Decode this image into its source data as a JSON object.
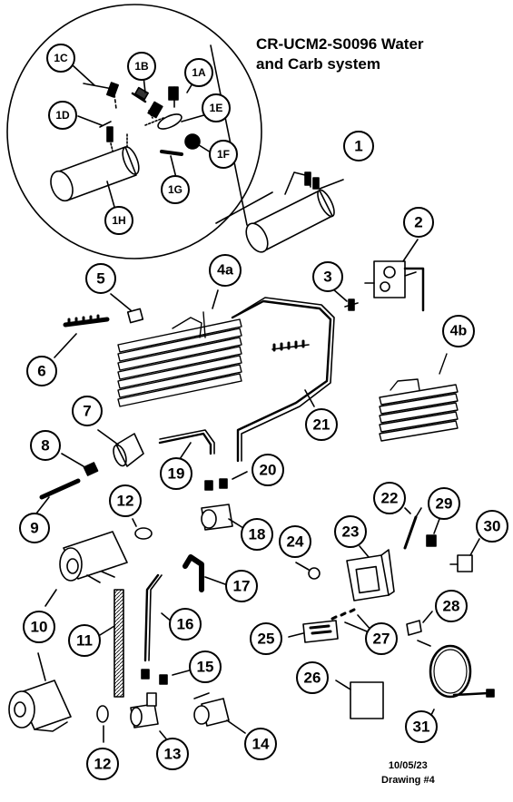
{
  "title": "CR-UCM2-S0096 Water\nand Carb system",
  "footer": {
    "date": "10/05/23",
    "drawing": "Drawing #4"
  },
  "labels": {
    "1C": "1C",
    "1B": "1B",
    "1A": "1A",
    "1D": "1D",
    "1E": "1E",
    "1F": "1F",
    "1G": "1G",
    "1H": "1H",
    "1": "1",
    "2": "2",
    "3": "3",
    "4a": "4a",
    "4b": "4b",
    "5": "5",
    "6": "6",
    "7": "7",
    "8": "8",
    "9": "9",
    "10": "10",
    "11": "11",
    "12a": "12",
    "12b": "12",
    "13": "13",
    "14": "14",
    "15": "15",
    "16": "16",
    "17": "17",
    "18": "18",
    "19": "19",
    "20": "20",
    "21": "21",
    "22": "22",
    "23": "23",
    "24": "24",
    "25": "25",
    "26": "26",
    "27": "27",
    "28": "28",
    "29": "29",
    "30": "30",
    "31": "31"
  }
}
